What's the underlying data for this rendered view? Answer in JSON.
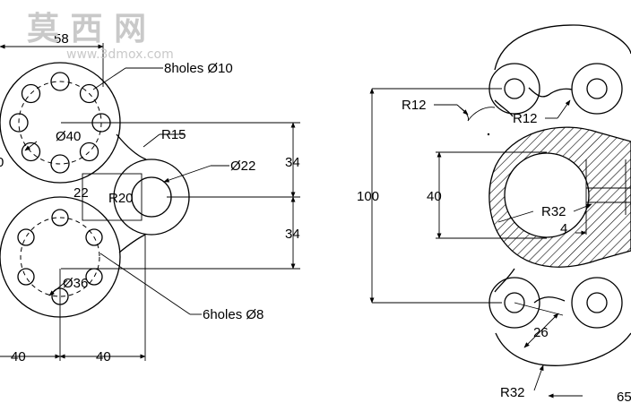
{
  "watermark": {
    "title": "莫 西 网",
    "site": "www.3dmox.com"
  },
  "left_view": {
    "dims": {
      "width_top": "58",
      "holes8": "8holes Ø10",
      "d40": "Ø40",
      "r15": "R15",
      "d22": "Ø22",
      "r20": "R20",
      "w22": "22",
      "v34_top": "34",
      "v34_bottom": "34",
      "d36": "Ø36",
      "holes6": "6holes Ø8",
      "h40_left": "40",
      "h40_right": "40",
      "cut_left": "0"
    }
  },
  "right_view": {
    "dims": {
      "r12_left": "R12",
      "r12_right": "R12",
      "h100": "100",
      "h40": "40",
      "r32_inner": "R32",
      "d4": "4",
      "d26": "26",
      "r32_outer": "R32",
      "d65": "65"
    }
  }
}
